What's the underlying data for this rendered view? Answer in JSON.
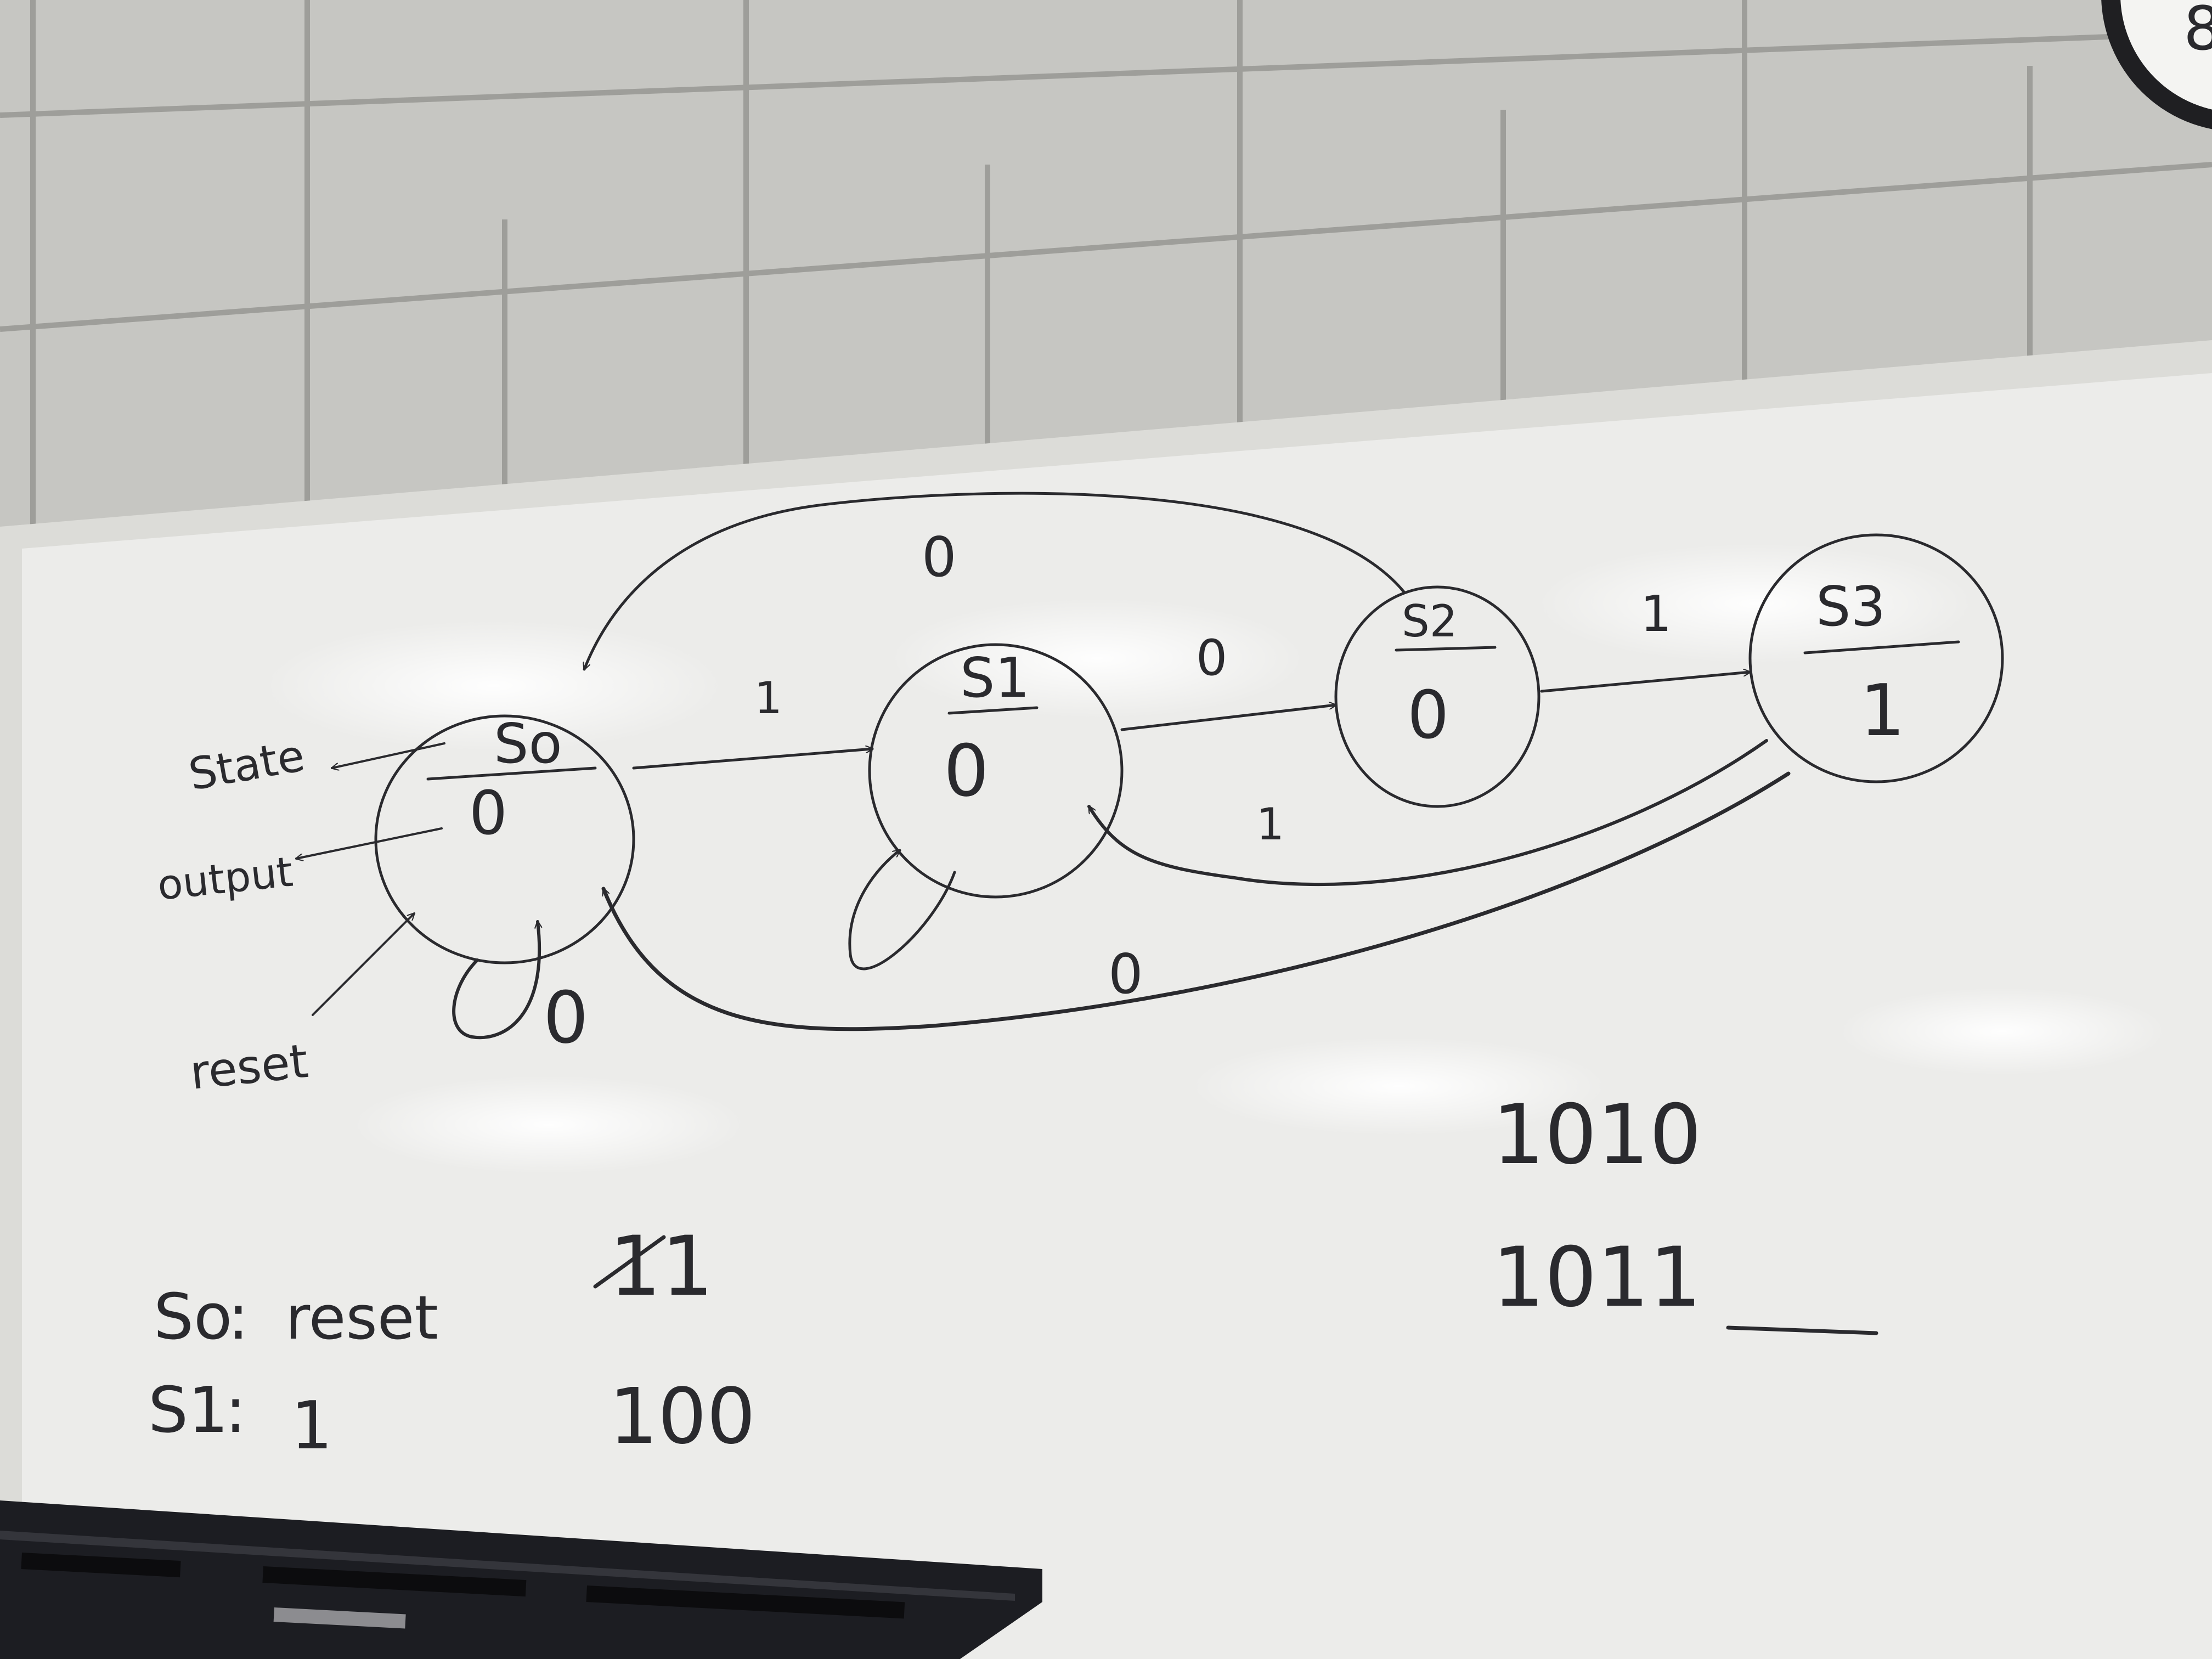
{
  "diagram": {
    "states": [
      {
        "id": "S0",
        "name": "So",
        "output": "0"
      },
      {
        "id": "S1",
        "name": "S1",
        "output": "0"
      },
      {
        "id": "S2",
        "name": "S2",
        "output": "0"
      },
      {
        "id": "S3",
        "name": "S3",
        "output": "1"
      }
    ],
    "transitions": [
      {
        "from": "S0",
        "to": "S1",
        "label": "1"
      },
      {
        "from": "S0",
        "to": "S0",
        "label": "0"
      },
      {
        "from": "S1",
        "to": "S2",
        "label": "0"
      },
      {
        "from": "S1",
        "to": "S1",
        "label": ""
      },
      {
        "from": "S2",
        "to": "S3",
        "label": "1"
      },
      {
        "from": "S2",
        "to": "S0",
        "label": "0"
      },
      {
        "from": "S3",
        "to": "S1",
        "label": "1"
      },
      {
        "from": "S3",
        "to": "S0",
        "label": "0"
      }
    ],
    "annotations": {
      "state": "State",
      "output": "output",
      "reset": "reset"
    }
  },
  "notes": {
    "line1_label": "So",
    "line1_value": "reset",
    "line2_label": "S1",
    "line2_value": "1",
    "seq_a": "11",
    "seq_b": "100",
    "seq_c": "1010",
    "seq_d": "1011"
  },
  "colors": {
    "ink": "#2a2a2e",
    "board": "#f1f1ef",
    "wall": "#c9c9c5",
    "monitor": "#1c1d22"
  }
}
